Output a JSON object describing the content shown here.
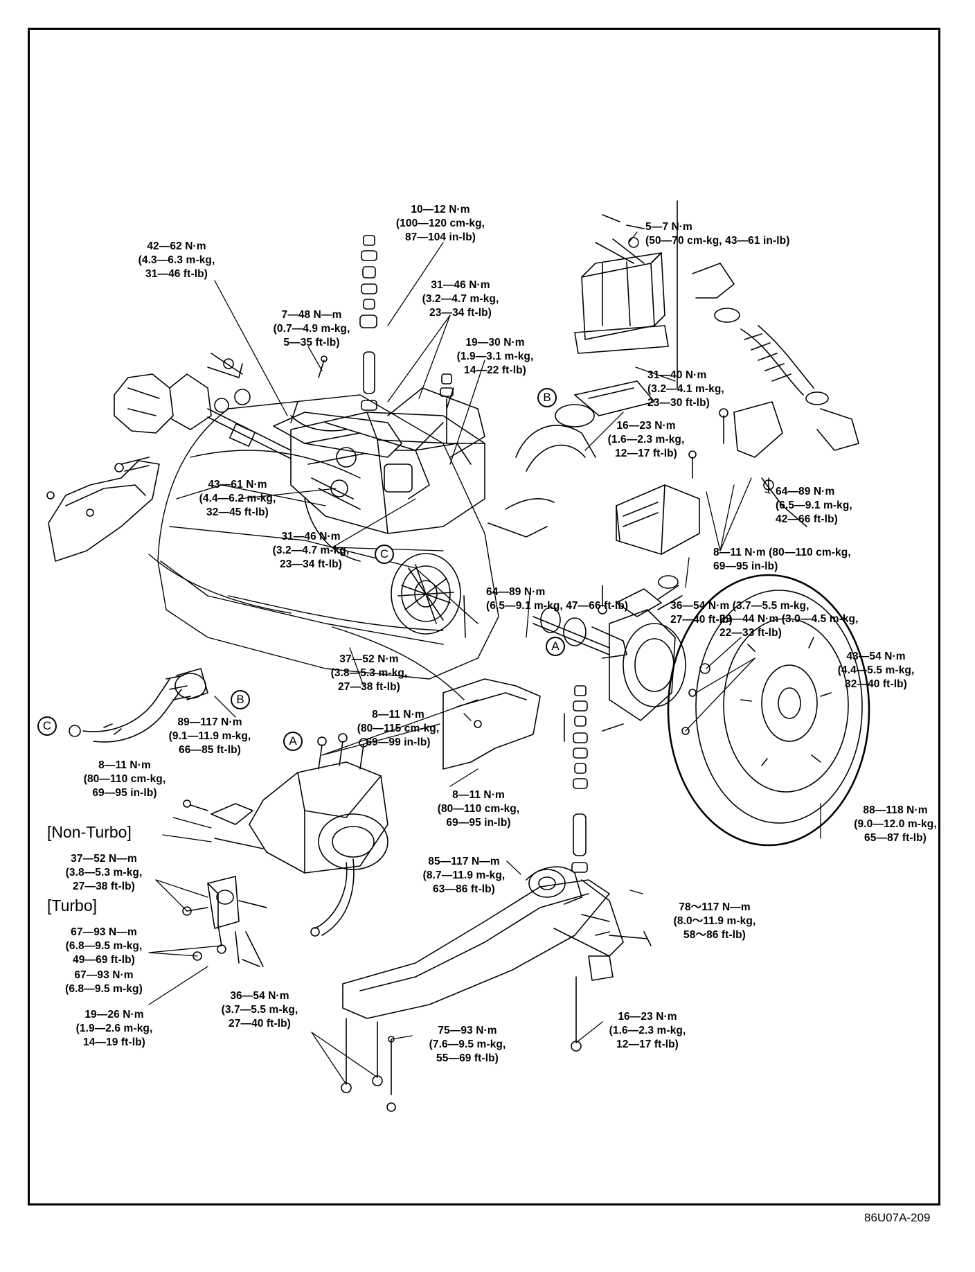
{
  "figure_code": "86U07A-209",
  "variant_labels": {
    "non_turbo": "[Non-Turbo]",
    "turbo": "[Turbo]"
  },
  "callouts": {
    "A": "A",
    "B": "B",
    "C": "C"
  },
  "torque_specs": [
    {
      "id": "t01",
      "text": "10—12 N·m\n(100—120 cm-kg,\n87—104 in-lb)"
    },
    {
      "id": "t02",
      "text": "5—7 N·m\n(50—70 cm-kg, 43—61 in-lb)"
    },
    {
      "id": "t03",
      "text": "42—62 N·m\n(4.3—6.3 m-kg,\n31—46 ft-lb)"
    },
    {
      "id": "t04",
      "text": "31—46 N·m\n(3.2—4.7 m-kg,\n23—34 ft-lb)"
    },
    {
      "id": "t05",
      "text": "7—48 N—m\n(0.7—4.9 m-kg,\n5—35 ft-lb)"
    },
    {
      "id": "t06",
      "text": "19—30 N·m\n(1.9—3.1 m-kg,\n14—22 ft-lb)"
    },
    {
      "id": "t07",
      "text": "31—40 N·m\n(3.2—4.1 m-kg,\n23—30 ft-lb)"
    },
    {
      "id": "t08",
      "text": "16—23 N·m\n(1.6—2.3 m-kg,\n12—17 ft-lb)"
    },
    {
      "id": "t09",
      "text": "64—89 N·m\n(6.5—9.1 m-kg,\n42—66 ft-lb)"
    },
    {
      "id": "t10",
      "text": "43—61 N·m\n(4.4—6.2 m-kg,\n32—45 ft-lb)"
    },
    {
      "id": "t11",
      "text": "31—46 N·m\n(3.2—4.7 m-kg,\n23—34 ft-lb)"
    },
    {
      "id": "t12",
      "text": "8—11 N·m (80—110 cm-kg,\n69—95 in-lb)"
    },
    {
      "id": "t13",
      "text": "64—89 N·m\n(6.5—9.1 m-kg, 47—66 ft-lb)"
    },
    {
      "id": "t14",
      "text": "36—54 N·m (3.7—5.5 m-kg,\n27—40 ft-lb)"
    },
    {
      "id": "t15",
      "text": "29—44 N·m (3.0—4.5 m-kg,\n22—33 ft-lb)"
    },
    {
      "id": "t16",
      "text": "43—54 N·m\n(4.4—5.5 m-kg,\n32—40 ft-lb)"
    },
    {
      "id": "t17",
      "text": "37—52 N·m\n(3.8—5.3 m-kg,\n27—38 ft-lb)"
    },
    {
      "id": "t18",
      "text": "89—117 N·m\n(9.1—11.9 m-kg,\n66—85 ft-lb)"
    },
    {
      "id": "t19",
      "text": "8—11 N·m\n(80—115 cm-kg,\n69—99 in-lb)"
    },
    {
      "id": "t20",
      "text": "8—11 N·m\n(80—110 cm-kg,\n69—95 in-lb)"
    },
    {
      "id": "t21",
      "text": "8—11 N·m\n(80—110 cm-kg,\n69—95 in-lb)"
    },
    {
      "id": "t22",
      "text": "37—52 N—m\n(3.8—5.3 m-kg,\n27—38 ft-lb)"
    },
    {
      "id": "t23",
      "text": "88—118 N·m\n(9.0—12.0 m-kg,\n65—87 ft-lb)"
    },
    {
      "id": "t24",
      "text": "85—117 N—m\n(8.7—11.9 m-kg,\n63—86 ft-lb)"
    },
    {
      "id": "t25",
      "text": "67—93 N—m\n(6.8—9.5 m-kg,\n49—69 ft-lb)"
    },
    {
      "id": "t26",
      "text": "78～117 N—m\n(8.0～11.9 m-kg,\n58～86 ft-lb)"
    },
    {
      "id": "t27",
      "text": "67—93 N·m\n(6.8—9.5 m-kg)"
    },
    {
      "id": "t28",
      "text": "36—54 N·m\n(3.7—5.5 m-kg,\n27—40 ft-lb)"
    },
    {
      "id": "t29",
      "text": "75—93 N·m\n(7.6—9.5 m-kg,\n55—69 ft-lb)"
    },
    {
      "id": "t30",
      "text": "16—23 N·m\n(1.6—2.3 m-kg,\n12—17 ft-lb)"
    },
    {
      "id": "t31",
      "text": "19—26 N·m\n(1.9—2.6 m-kg,\n14—19 ft-lb)"
    }
  ]
}
